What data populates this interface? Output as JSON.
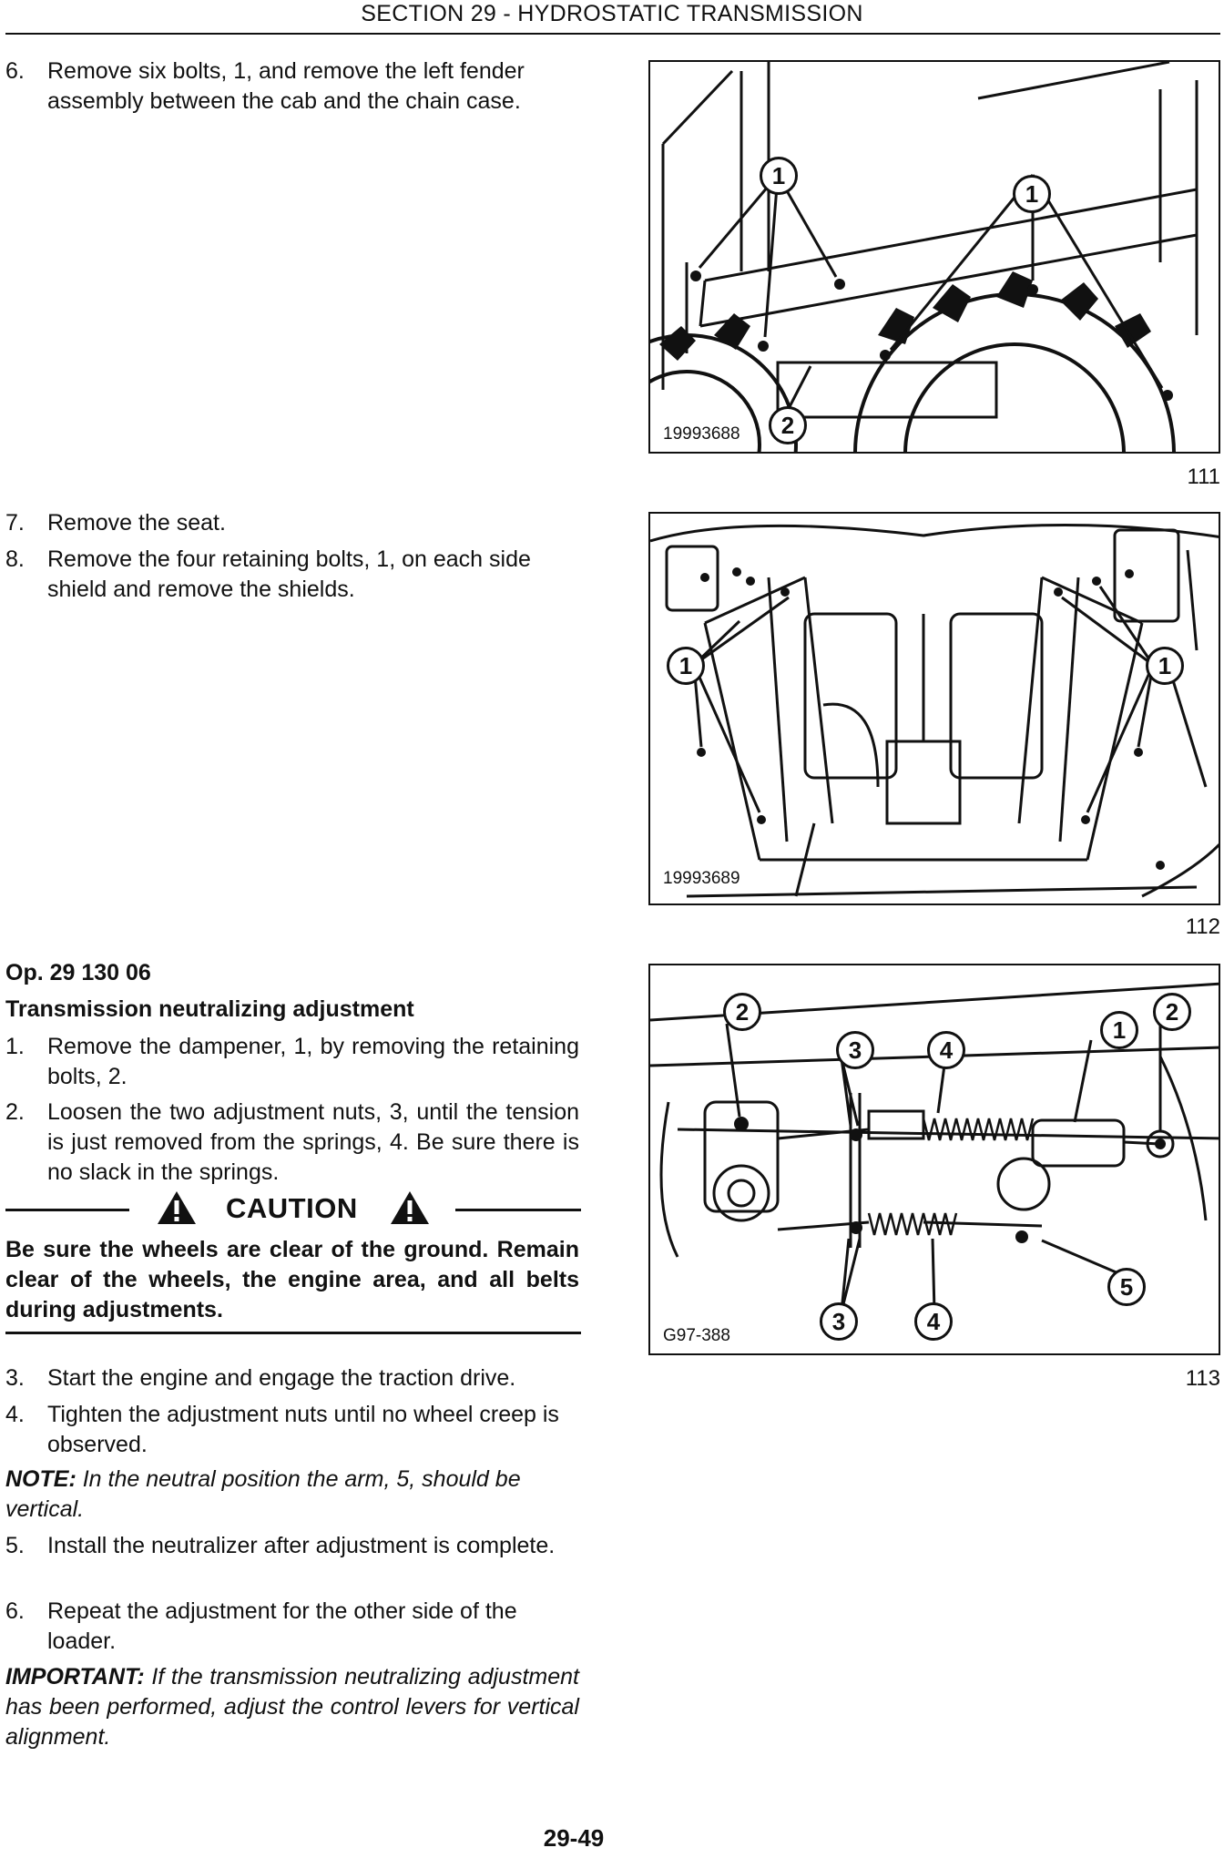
{
  "header": {
    "title": "SECTION 29 - HYDROSTATIC TRANSMISSION"
  },
  "steps_a": [
    {
      "num": "6.",
      "text": "Remove six bolts, 1, and remove the left fender assembly between the cab and the chain case."
    }
  ],
  "steps_b": [
    {
      "num": "7.",
      "text": "Remove the seat."
    },
    {
      "num": "8.",
      "text": "Remove the four retaining bolts, 1, on each side shield and remove the shields."
    }
  ],
  "op": {
    "code": "Op. 29 130 06",
    "title": "Transmission neutralizing adjustment"
  },
  "steps_c": [
    {
      "num": "1.",
      "text": "Remove the dampener, 1, by removing the retaining bolts, 2."
    },
    {
      "num": "2.",
      "text": "Loosen the two adjustment nuts, 3, until the tension is just removed from the springs, 4. Be sure there is no slack in the springs."
    }
  ],
  "caution": {
    "word": "CAUTION",
    "text": "Be sure the wheels are clear of the ground. Remain clear of the wheels, the engine area, and all belts during adjustments."
  },
  "steps_d": [
    {
      "num": "3.",
      "text": "Start the engine and engage the traction drive."
    },
    {
      "num": "4.",
      "text": "Tighten the adjustment nuts until no wheel creep is observed."
    }
  ],
  "note": {
    "label": "NOTE:",
    "text": "In the neutral position the arm, 5, should be vertical."
  },
  "steps_e": [
    {
      "num": "5.",
      "text": "Install the neutralizer after adjustment is complete."
    },
    {
      "num": "6.",
      "text": "Repeat the adjustment for the other side of the loader."
    }
  ],
  "important": {
    "label": "IMPORTANT:",
    "text": "If the transmission neutralizing adjustment has been performed, adjust the control levers for vertical alignment."
  },
  "figures": [
    {
      "code": "19993688",
      "number": "111",
      "callouts": [
        "1",
        "1",
        "2"
      ]
    },
    {
      "code": "19993689",
      "number": "112",
      "callouts": [
        "1",
        "1"
      ]
    },
    {
      "code": "G97-388",
      "number": "113",
      "callouts": [
        "2",
        "3",
        "4",
        "1",
        "2",
        "5",
        "3",
        "4"
      ]
    }
  ],
  "page_number": "29-49"
}
